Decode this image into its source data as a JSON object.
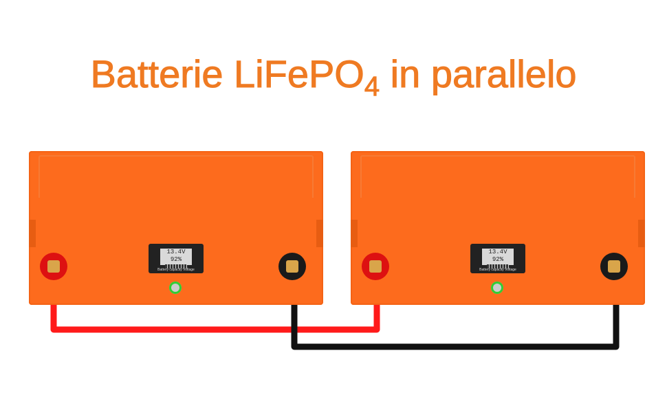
{
  "title": {
    "main": "Batterie LiFePO",
    "sub": "4",
    "rest": " in parallelo"
  },
  "batteries": [
    {
      "display": {
        "voltage": "13.4V",
        "percent": "92%",
        "label": "Battery capacity Voltage"
      }
    },
    {
      "display": {
        "voltage": "13.4V",
        "percent": "92%",
        "label": "Battery capacity Voltage"
      }
    }
  ],
  "colors": {
    "title": "#ef7a22",
    "battery": "#fd6b1d",
    "positive_cable": "#ff1a1a",
    "negative_cable": "#111111"
  }
}
